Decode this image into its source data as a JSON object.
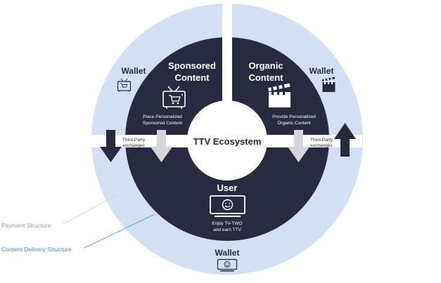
{
  "colors": {
    "outer_ring": "#d3dff2",
    "inner_disc": "#282a3f",
    "center": "#ffffff",
    "white_text": "#ffffff",
    "dark_text": "#282a3f",
    "payment_line": "#c9cdd6",
    "content_line": "#3a8fd8",
    "arrow_light": "#d4d6da",
    "arrow_dark": "#282a3f"
  },
  "center_label": "TTV Ecosystem",
  "sponsored": {
    "title_line1": "Sponsored",
    "title_line2": "Content",
    "desc_line1": "Place Personalized",
    "desc_line2": "Sponsored Content",
    "icon": "tv-cart-icon"
  },
  "organic": {
    "title_line1": "Organic",
    "title_line2": "Content",
    "desc_line1": "Provide Personalized",
    "desc_line2": "Organic Content",
    "icon": "clapperboard-icon"
  },
  "user": {
    "title": "User",
    "desc_line1": "Enjoy TV-TWO",
    "desc_line2": "and earn TTV",
    "icon": "smiley-monitor-icon"
  },
  "wallets": {
    "left": "Wallet",
    "right": "Wallet",
    "bottom": "Wallet"
  },
  "exchanges": {
    "left_line1": "Third-Party",
    "left_line2": "exchanges",
    "right_line1": "Third-Party",
    "right_line2": "exchanges"
  },
  "legend": {
    "payment": "Payment Structure",
    "content": "Content Delivery Structure"
  }
}
